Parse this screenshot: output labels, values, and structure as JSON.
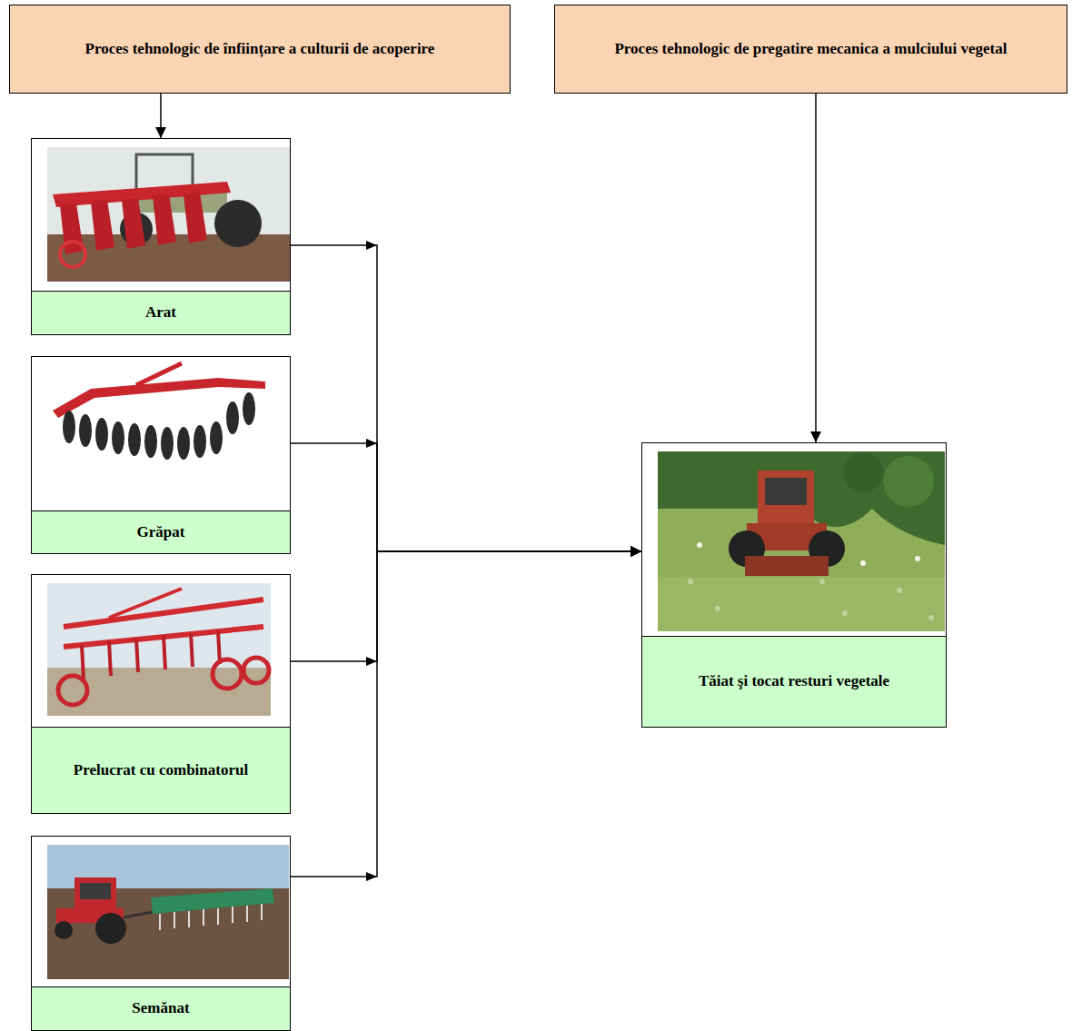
{
  "diagram": {
    "nodes": [
      {
        "text": [
          "Proces tehnologic de înființare a culturii de acoperire"
        ]
      },
      {
        "text": [
          "Proces tehnologic de pregatire mecanica a mulciului vegetal"
        ]
      },
      {
        "text": [
          "Arat"
        ]
      },
      {
        "text": [
          "Grăpat"
        ]
      },
      {
        "text": [
          "Prelucrat cu combinatorul"
        ]
      },
      {
        "text": [
          "Semănat"
        ]
      },
      {
        "text": [
          "Tăiat şi tocat resturi vegetale"
        ]
      }
    ],
    "edges": [
      {
        "from": 0,
        "to": 2,
        "arrow": "to"
      },
      {
        "from": 1,
        "to": 6,
        "arrow": "to"
      },
      {
        "from": 2,
        "to": 6,
        "arrow": "to"
      },
      {
        "from": 3,
        "to": 6,
        "arrow": "to"
      },
      {
        "from": 4,
        "to": 6,
        "arrow": "to"
      },
      {
        "from": 5,
        "to": 6,
        "arrow": "to"
      }
    ]
  }
}
